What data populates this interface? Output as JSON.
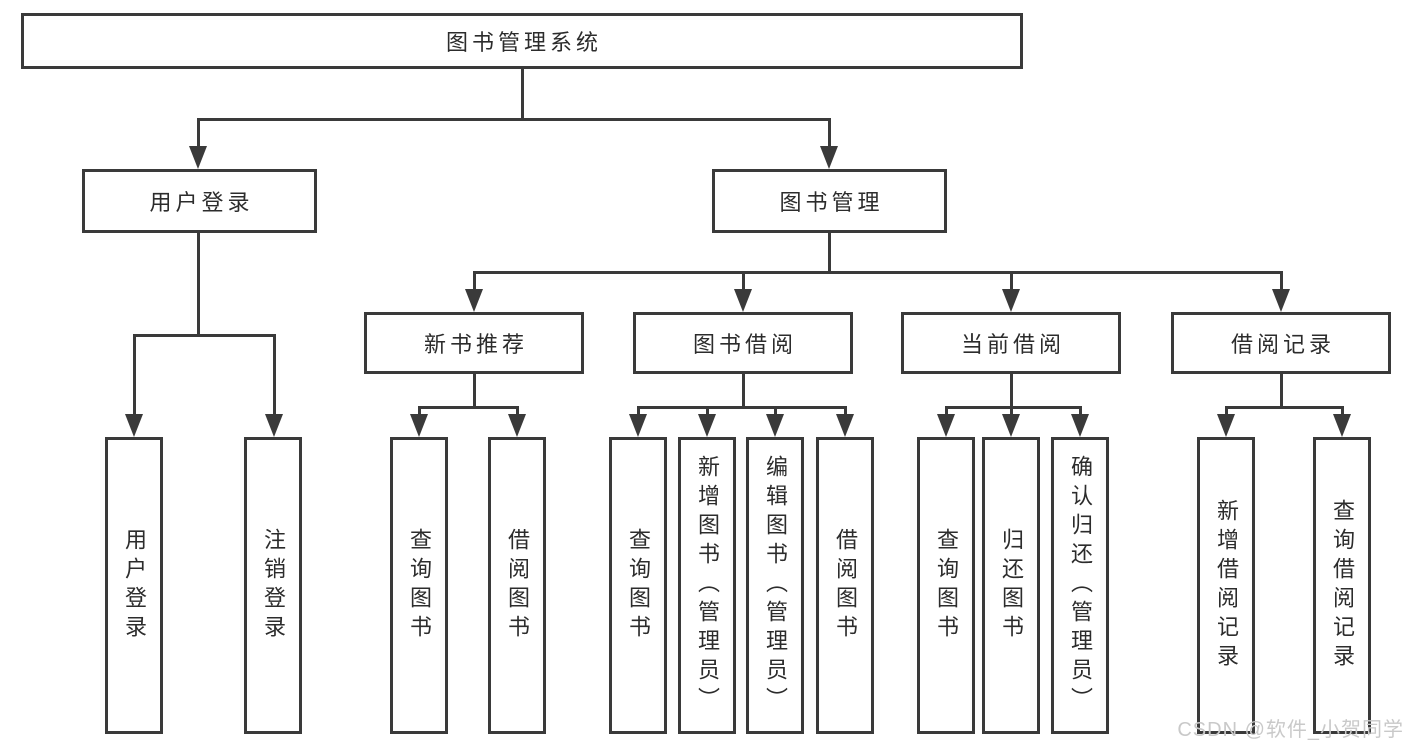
{
  "root": {
    "label": "图书管理系统"
  },
  "branches": [
    {
      "label": "用户登录",
      "children": [
        "用户登录",
        "注销登录"
      ]
    },
    {
      "label": "图书管理",
      "children": [
        {
          "label": "新书推荐",
          "children": [
            "查询图书",
            "借阅图书"
          ]
        },
        {
          "label": "图书借阅",
          "children": [
            "查询图书",
            "新增图书（管理员）",
            "编辑图书（管理员）",
            "借阅图书"
          ]
        },
        {
          "label": "当前借阅",
          "children": [
            "查询图书",
            "归还图书",
            "确认归还（管理员）"
          ]
        },
        {
          "label": "借阅记录",
          "children": [
            "新增借阅记录",
            "查询借阅记录"
          ]
        }
      ]
    }
  ],
  "watermark": {
    "text": "CSDN @软件_小贺同学"
  },
  "colors": {
    "line": "#3a3a3a",
    "text": "#2c2c2c",
    "background": "#ffffff",
    "watermark": "#c9c9c9"
  }
}
